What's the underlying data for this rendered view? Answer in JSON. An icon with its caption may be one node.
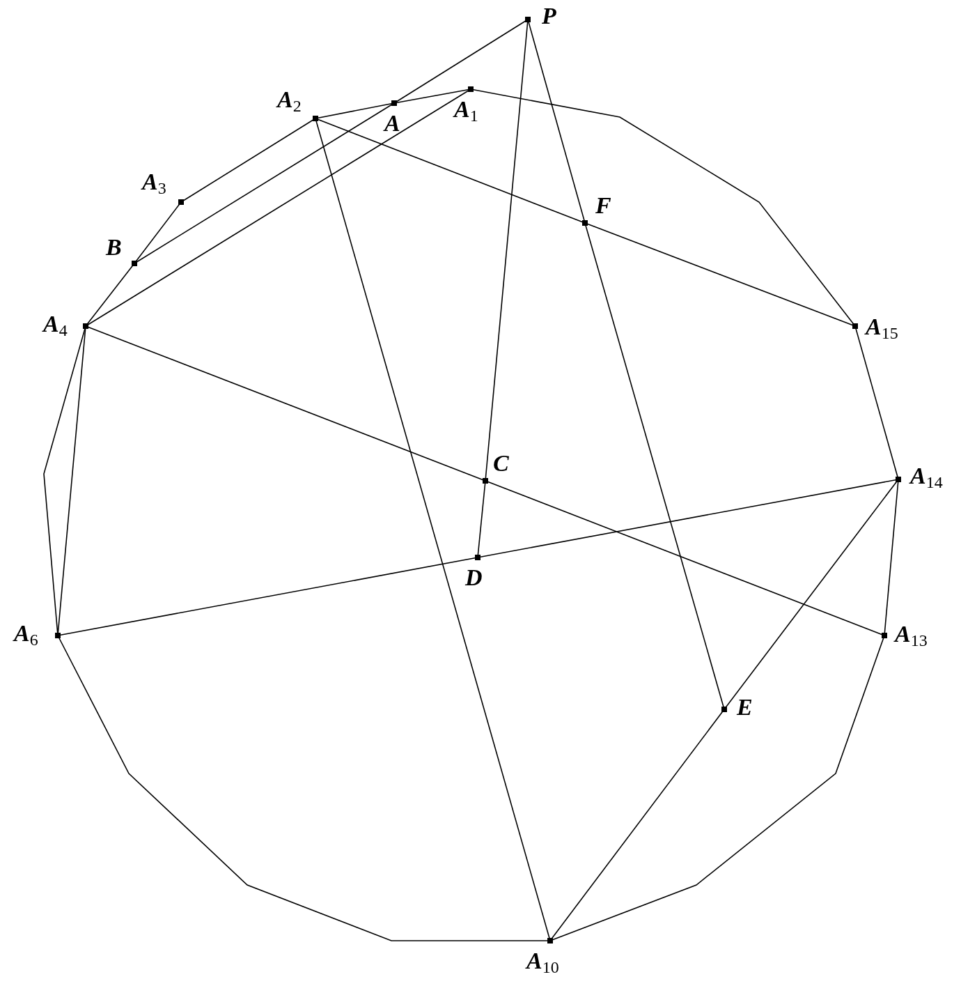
{
  "diagram": {
    "nodes": [
      {
        "text": [
          "P"
        ]
      },
      {
        "text": [
          "A$_{1}$"
        ]
      },
      {
        "text": [
          "A"
        ]
      },
      {
        "text": [
          "A$_{2}$"
        ]
      },
      {
        "text": [
          "A$_{3}$"
        ]
      },
      {
        "text": [
          "B"
        ]
      },
      {
        "text": [
          "A$_{4}$"
        ]
      },
      {
        "text": [
          "A$_{15}$"
        ]
      },
      {
        "text": [
          "F"
        ]
      },
      {
        "text": [
          "C"
        ]
      },
      {
        "text": [
          "A$_{14}$"
        ]
      },
      {
        "text": [
          "D"
        ]
      },
      {
        "text": [
          "A$_{6}$"
        ]
      },
      {
        "text": [
          "A$_{13}$"
        ]
      },
      {
        "text": [
          "E"
        ]
      },
      {
        "text": [
          "A$_{10}$"
        ]
      }
    ],
    "edges": [
      {
        "from": 1,
        "to": 2,
        "arrow": "none"
      },
      {
        "from": 2,
        "to": 3,
        "arrow": "none"
      },
      {
        "from": 3,
        "to": 4,
        "arrow": "none"
      },
      {
        "from": 4,
        "to": 5,
        "arrow": "none"
      },
      {
        "from": 5,
        "to": 6,
        "arrow": "none"
      },
      {
        "from": 1,
        "to": 7,
        "arrow": "none"
      },
      {
        "from": 7,
        "to": 10,
        "arrow": "none"
      },
      {
        "from": 10,
        "to": 13,
        "arrow": "none"
      },
      {
        "from": 13,
        "to": 15,
        "arrow": "none"
      },
      {
        "from": 15,
        "to": 12,
        "arrow": "none"
      },
      {
        "from": 12,
        "to": 6,
        "arrow": "none"
      },
      {
        "from": 0,
        "to": 2,
        "arrow": "none"
      },
      {
        "from": 2,
        "to": 5,
        "arrow": "none"
      },
      {
        "from": 1,
        "to": 6,
        "arrow": "none"
      },
      {
        "from": 0,
        "to": 9,
        "arrow": "none"
      },
      {
        "from": 9,
        "to": 11,
        "arrow": "none"
      },
      {
        "from": 0,
        "to": 8,
        "arrow": "none"
      },
      {
        "from": 8,
        "to": 14,
        "arrow": "none"
      },
      {
        "from": 3,
        "to": 8,
        "arrow": "none"
      },
      {
        "from": 8,
        "to": 7,
        "arrow": "none"
      },
      {
        "from": 3,
        "to": 15,
        "arrow": "none"
      },
      {
        "from": 6,
        "to": 9,
        "arrow": "none"
      },
      {
        "from": 9,
        "to": 13,
        "arrow": "none"
      },
      {
        "from": 6,
        "to": 12,
        "arrow": "none"
      },
      {
        "from": 12,
        "to": 11,
        "arrow": "none"
      },
      {
        "from": 11,
        "to": 10,
        "arrow": "none"
      },
      {
        "from": 10,
        "to": 14,
        "arrow": "none"
      },
      {
        "from": 14,
        "to": 15,
        "arrow": "none"
      }
    ]
  }
}
